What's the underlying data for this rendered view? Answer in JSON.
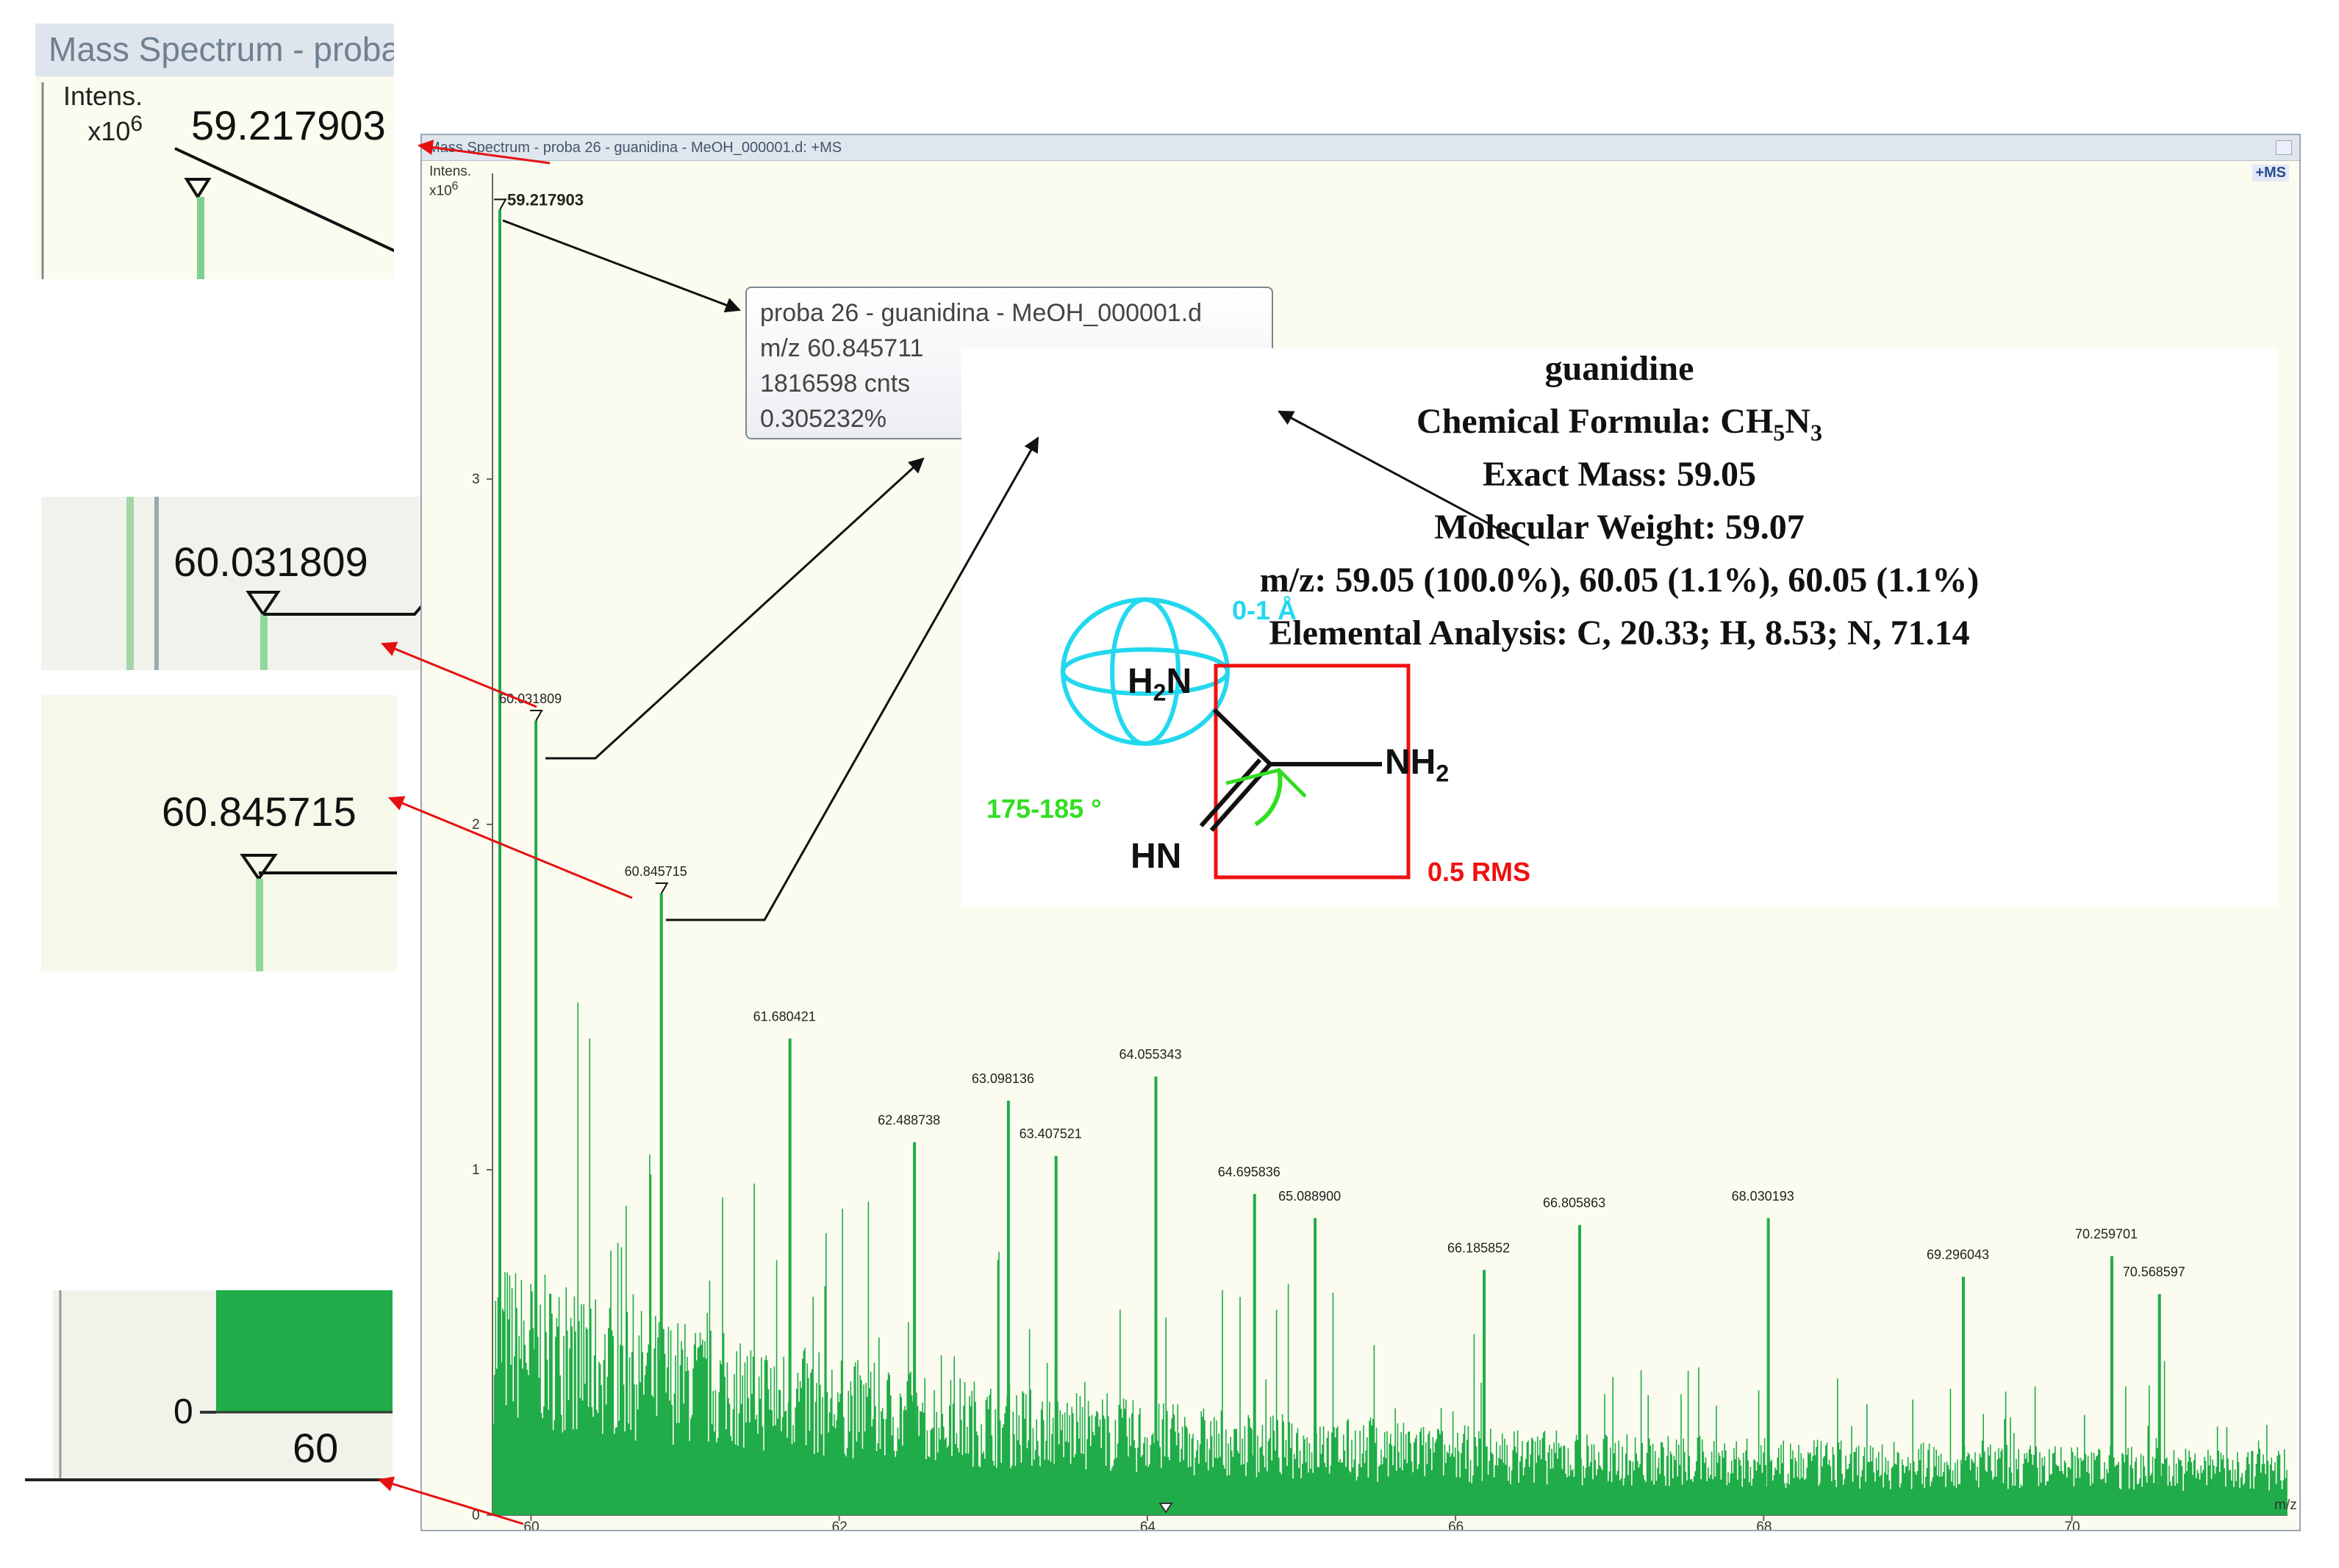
{
  "window": {
    "title": "Mass Spectrum - proba 26 - guanidina - MeOH_000001.d: +MS",
    "mode_badge": "+MS"
  },
  "insets": {
    "top_title": "Mass Spectrum - proba",
    "intens_label": "Intens.",
    "intens_exp_base": "x10",
    "intens_exp_power": "6",
    "labels": [
      "59.217903",
      "60.031809",
      "60.845715"
    ],
    "zero_label": "0",
    "x60_label": "60"
  },
  "tooltip": {
    "line1": "proba 26 - guanidina - MeOH_000001.d",
    "line2": "m/z 60.845711",
    "line3": "1816598 cnts",
    "line4": "0.305232%"
  },
  "compound": {
    "name": "guanidine",
    "formula_prefix": "Chemical Formula: ",
    "formula_c": "CH",
    "formula_h_sub": "5",
    "formula_n": "N",
    "formula_n_sub": "3",
    "exact_mass": "Exact Mass: 59.05",
    "mol_weight": "Molecular Weight: 59.07",
    "mz_line": "m/z: 59.05 (100.0%), 60.05 (1.1%), 60.05 (1.1%)",
    "elemental": "Elemental Analysis: C, 20.33; H, 8.53; N, 71.14"
  },
  "structure": {
    "distance_label": "0-1 Å",
    "angle_label": "175-185 °",
    "rms_label": "0.5 RMS",
    "atom_h2n_left": "H",
    "atom_h2n_sub": "2",
    "atom_h2n_right": "N",
    "atom_nh2_left": "NH",
    "atom_nh2_sub": "2",
    "atom_hn": "HN",
    "cyan": "#22d8ee",
    "green": "#33dd22",
    "red": "#ee1111"
  },
  "chart_data": {
    "type": "bar",
    "xlabel": "m/z",
    "ylabel": "Intens.",
    "y_multiplier": "x10",
    "y_multiplier_power": "6",
    "xlim": [
      59.75,
      71.4
    ],
    "ylim": [
      0,
      3.8
    ],
    "x_ticks": [
      60,
      62,
      64,
      66,
      68,
      70
    ],
    "y_ticks": [
      0,
      1,
      2,
      3
    ],
    "bar_color": "#20ac48",
    "peaks": [
      {
        "mz": 59.217903,
        "intensity": 3.78,
        "label": "59.217903"
      },
      {
        "mz": 60.031809,
        "intensity": 2.3,
        "label": "60.031809"
      },
      {
        "mz": 60.845715,
        "intensity": 1.8,
        "label": "60.845715"
      },
      {
        "mz": 61.680421,
        "intensity": 1.38,
        "label": "61.680421"
      },
      {
        "mz": 62.488738,
        "intensity": 1.08,
        "label": "62.488738"
      },
      {
        "mz": 63.098136,
        "intensity": 1.2,
        "label": "63.098136"
      },
      {
        "mz": 63.407521,
        "intensity": 1.04,
        "label": "63.407521"
      },
      {
        "mz": 64.055343,
        "intensity": 1.27,
        "label": "64.055343"
      },
      {
        "mz": 64.695836,
        "intensity": 0.93,
        "label": "64.695836"
      },
      {
        "mz": 65.0889,
        "intensity": 0.86,
        "label": "65.088900"
      },
      {
        "mz": 66.185852,
        "intensity": 0.71,
        "label": "66.185852"
      },
      {
        "mz": 66.805863,
        "intensity": 0.84,
        "label": "66.805863"
      },
      {
        "mz": 68.030193,
        "intensity": 0.86,
        "label": "68.030193"
      },
      {
        "mz": 69.296043,
        "intensity": 0.69,
        "label": "69.296043"
      },
      {
        "mz": 70.259701,
        "intensity": 0.75,
        "label": "70.259701"
      },
      {
        "mz": 70.568597,
        "intensity": 0.64,
        "label": "70.568597"
      }
    ]
  }
}
